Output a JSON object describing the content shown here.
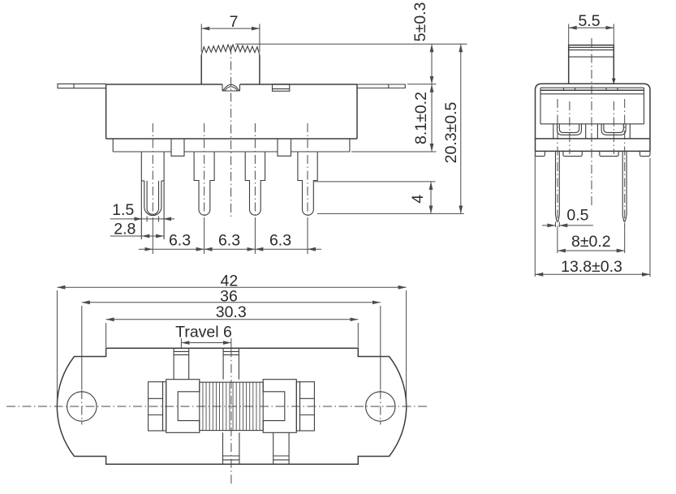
{
  "drawing": {
    "type": "technical-dimension-drawing",
    "subject": "Miniature DPDT slide switch - three orthographic views with dimensions",
    "units": "mm",
    "background_color": "#ffffff",
    "line_color": "#3d3d3d",
    "views": {
      "front": {
        "label": "front-view",
        "dims": {
          "knob_width": "7",
          "knob_height": "5±0.3",
          "body_height": "8.1±0.2",
          "total_height": "20.3±0.5",
          "pin_tip_length": "4",
          "pin_width": "1.5",
          "pin_base_width": "2.8",
          "pin_pitch_1": "6.3",
          "pin_pitch_2": "6.3",
          "pin_pitch_3": "6.3"
        }
      },
      "side": {
        "label": "side-view",
        "dims": {
          "knob_depth": "5.5",
          "pin_thickness": "0.5",
          "pin_spacing": "8±0.2",
          "body_depth": "13.8±0.3"
        }
      },
      "bottom": {
        "label": "bottom-view",
        "dims": {
          "overall_length": "42",
          "mounting_hole_spacing": "36",
          "body_length": "30.3",
          "travel": "Travel 6"
        }
      }
    }
  }
}
